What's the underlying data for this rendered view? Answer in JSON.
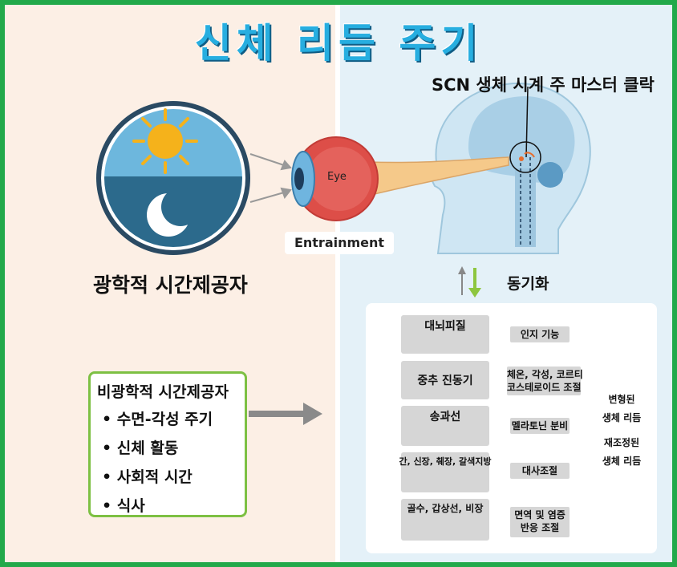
{
  "title": "신체 리듬 주기",
  "scn_label": "SCN 생체 시계 주 마스터 클락",
  "optical_label": "광학적 시간제공자",
  "eye_label": "Eye",
  "entrainment_label": "Entrainment",
  "sync_label": "동기화",
  "non_optical": {
    "title": "비광학적 시간제공자",
    "items": [
      "• 수면-각성 주기",
      "• 신체 활동",
      "• 사회적 시간",
      "• 식사"
    ]
  },
  "organs": [
    {
      "label": "대뇌피질",
      "icon": "brain-icon"
    },
    {
      "label": "중추 진동기",
      "icon": "none"
    },
    {
      "label": "송과선",
      "icon": "melatonin-molecule-icon"
    },
    {
      "label": "간, 신장, 췌장, 갈색지방",
      "icon": "organs-icon"
    },
    {
      "label": "골수, 갑상선, 비장",
      "icon": "gland-icon"
    }
  ],
  "functions": [
    {
      "label": "인지 기능"
    },
    {
      "line1": "체온, 각성, 코르티",
      "line2": "코스테로이드 조절"
    },
    {
      "label": "멜라토닌 분비"
    },
    {
      "label": "대사조절"
    },
    {
      "line1": "면역 및 염증",
      "line2": "반응 조절"
    }
  ],
  "rhythms": [
    {
      "line1": "변형된",
      "line2": "생체 리듬"
    },
    {
      "line1": "재조정된",
      "line2": "생체 리듬"
    }
  ],
  "colors": {
    "border": "#22a94a",
    "title": "#27aee0",
    "title_shadow": "#0f5c84",
    "left_bg": "#fcefe5",
    "right_bg": "#e4f1f8",
    "flow_green": "#8dc63f",
    "node_grey": "#d6d6d6",
    "sky": "#6db7dd",
    "sea": "#2c6a8c",
    "sun": "#f5b21b"
  }
}
